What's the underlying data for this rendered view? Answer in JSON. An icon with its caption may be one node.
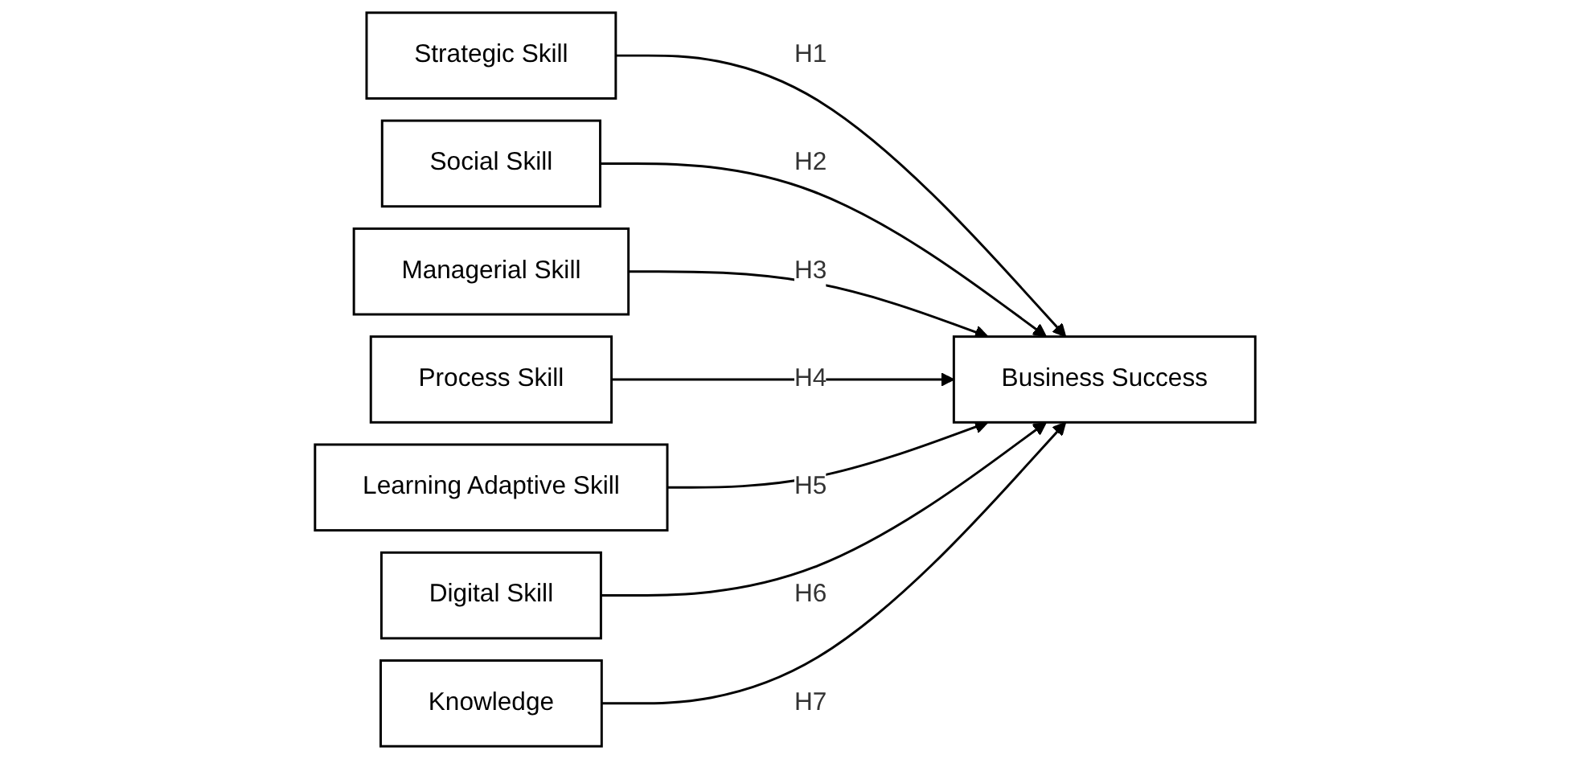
{
  "diagram": {
    "nodes": [
      {
        "text": [
          "Strategic Skill"
        ]
      },
      {
        "text": [
          "Social Skill"
        ]
      },
      {
        "text": [
          "Managerial Skill"
        ]
      },
      {
        "text": [
          "Process Skill"
        ]
      },
      {
        "text": [
          "Learning Adaptive Skill"
        ]
      },
      {
        "text": [
          "Digital Skill"
        ]
      },
      {
        "text": [
          "Knowledge"
        ]
      },
      {
        "text": [
          "Business Success"
        ]
      }
    ],
    "edges": [
      {
        "from": 0,
        "to": 7,
        "arrow": "to",
        "label": "H1"
      },
      {
        "from": 1,
        "to": 7,
        "arrow": "to",
        "label": "H2"
      },
      {
        "from": 2,
        "to": 7,
        "arrow": "to",
        "label": "H3"
      },
      {
        "from": 3,
        "to": 7,
        "arrow": "to",
        "label": "H4"
      },
      {
        "from": 4,
        "to": 7,
        "arrow": "to",
        "label": "H5"
      },
      {
        "from": 5,
        "to": 7,
        "arrow": "to",
        "label": "H6"
      },
      {
        "from": 6,
        "to": 7,
        "arrow": "to",
        "label": "H7"
      }
    ]
  }
}
